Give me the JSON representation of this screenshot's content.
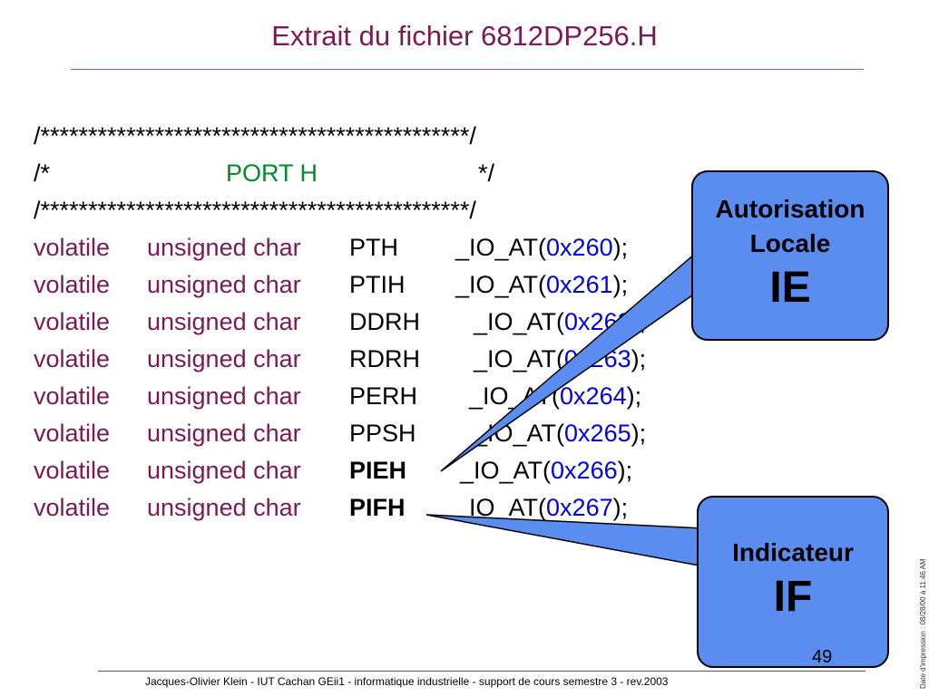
{
  "title": "Extrait du fichier 6812DP256.H",
  "header": {
    "stars_line": "/*********************************************/",
    "port_open": "/*",
    "port_name": "PORT H",
    "port_close": "*/"
  },
  "code": {
    "kw1": "volatile",
    "kw2": "unsigned char",
    "rows": [
      {
        "reg": "PTH",
        "io": "_IO_AT(",
        "addr": "0x260",
        "end": ");"
      },
      {
        "reg": "PTIH",
        "io": "_IO_AT(",
        "addr": "0x261",
        "end": ");"
      },
      {
        "reg": "DDRH",
        "io": "_IO_AT(",
        "addr": "0x262",
        "end": ");"
      },
      {
        "reg": "RDRH",
        "io": "_IO_AT(",
        "addr": "0x263",
        "end": ");"
      },
      {
        "reg": "PERH",
        "io": "_IO_AT(",
        "addr": "0x264",
        "end": ");"
      },
      {
        "reg": "PPSH",
        "io": "_IO_AT(",
        "addr": "0x265",
        "end": ");"
      },
      {
        "reg": "PIEH",
        "io": "_IO_AT(",
        "addr": "0x266",
        "end": ");"
      },
      {
        "reg": "PIFH",
        "io": "_IO_AT(",
        "addr": "0x267",
        "end": ");"
      }
    ]
  },
  "callouts": {
    "ie": {
      "line1": "Autorisation",
      "line2": "Locale",
      "big": "IE"
    },
    "if": {
      "line1": "Indicateur",
      "big": "IF"
    }
  },
  "colors": {
    "accent": "#7a1a52",
    "green": "#008a2e",
    "blue": "#0000e0",
    "callout_fill": "#5b8cf0"
  },
  "footer": {
    "text": "Jacques-Olivier Klein - IUT Cachan GEii1 - informatique industrielle - support de cours semestre 3 - rev.2003",
    "page": "49",
    "print_date": "Date d'impression : 08/28/00 à 11:46 AM"
  }
}
